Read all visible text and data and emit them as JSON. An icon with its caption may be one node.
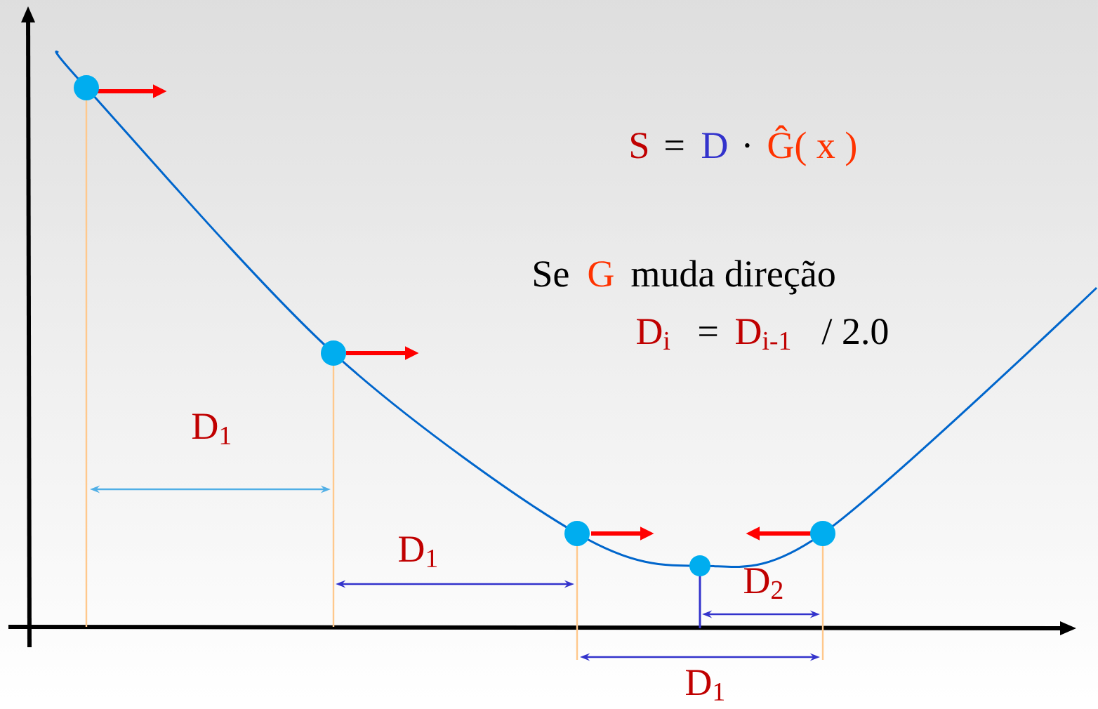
{
  "diagram": {
    "nodes": [
      {
        "text": [],
        "shape": "circle"
      },
      {
        "text": [],
        "shape": "circle"
      },
      {
        "text": [],
        "shape": "circle"
      },
      {
        "text": [],
        "shape": "circle"
      },
      {
        "text": [],
        "shape": "circle"
      }
    ],
    "labels": [
      "S",
      "=",
      "D",
      "·",
      "Ĝ( x )",
      "Se",
      "G",
      "muda direção",
      "D$_{i}$",
      "=",
      "D$_{i-1}$",
      "/  2.0",
      "D$_{1}$",
      "D$_{1}$",
      "D$_{2}$",
      "D$_{1}$"
    ]
  }
}
